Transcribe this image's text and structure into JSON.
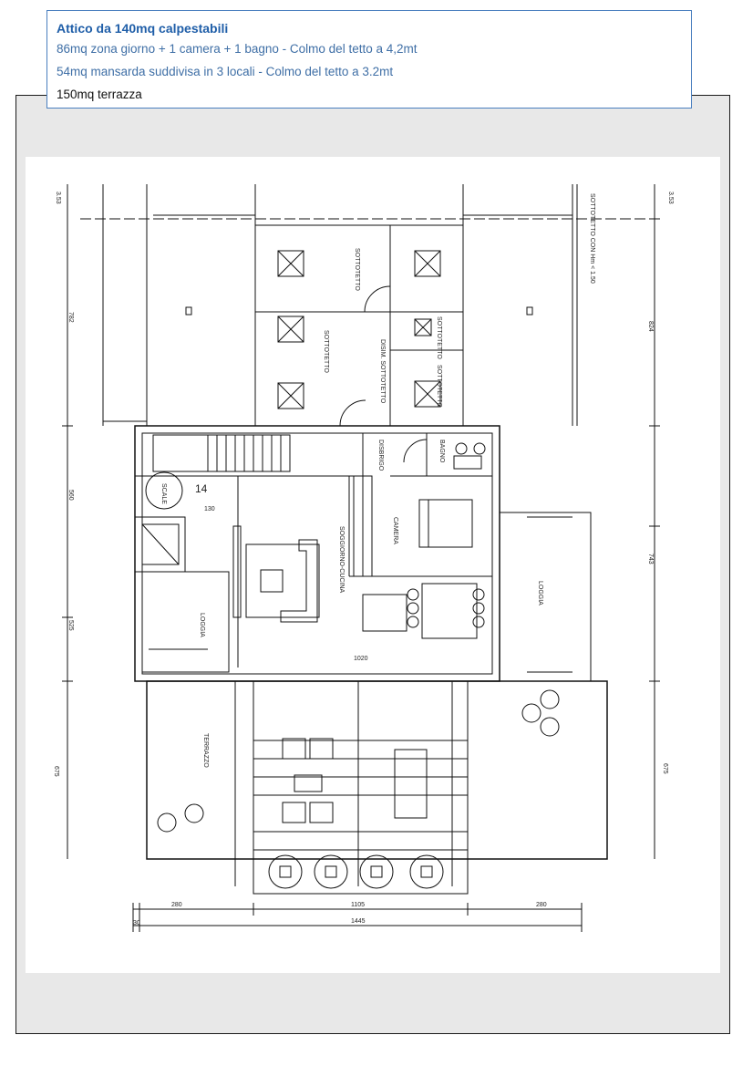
{
  "header": {
    "title": "Attico da 140mq calpestabili",
    "lines": [
      "86mq zona giorno + 1 camera + 1 bagno   -  Colmo del tetto a 4,2mt",
      "54mq mansarda suddivisa in 3 locali   -  Colmo del tetto a 3.2mt",
      "150mq terrazza"
    ]
  },
  "plan": {
    "rooms": {
      "sottotetto_top": "SOTTOTETTO",
      "sottotetto_left": "SOTTOTETTO",
      "sottotetto_small1": "SOTTOTETTO",
      "sottotetto_small2": "SOTTOTETTO",
      "disimpegno_sottotetto": "DISIM. SOTTOTETTO",
      "sottotetto_hm": "SOTTOTETTO CON Hm < 1.50",
      "ripostiglio": "DISBRIGO",
      "bagno": "BAGNO",
      "camera": "CAMERA",
      "scale": "SCALE",
      "soggiorno": "SOGGIORNO-CUCINA",
      "loggia_left": "LOGGIA",
      "loggia_right": "LOGGIA",
      "terrazzo": "TERRAZZO"
    },
    "dimensions": {
      "total_bottom": "1445",
      "middle_bottom": "1105",
      "left_bottom": "280",
      "right_bottom": "280",
      "small_bottom": "30",
      "side_top": "3.53",
      "side_right_top": "3.53",
      "left_782": "782",
      "left_560": "560",
      "left_525": "525",
      "left_675": "675",
      "right_824": "824",
      "right_743": "743",
      "right_675": "675",
      "inner_1020": "1020",
      "stair_130": "130",
      "stair_14": "14"
    }
  }
}
